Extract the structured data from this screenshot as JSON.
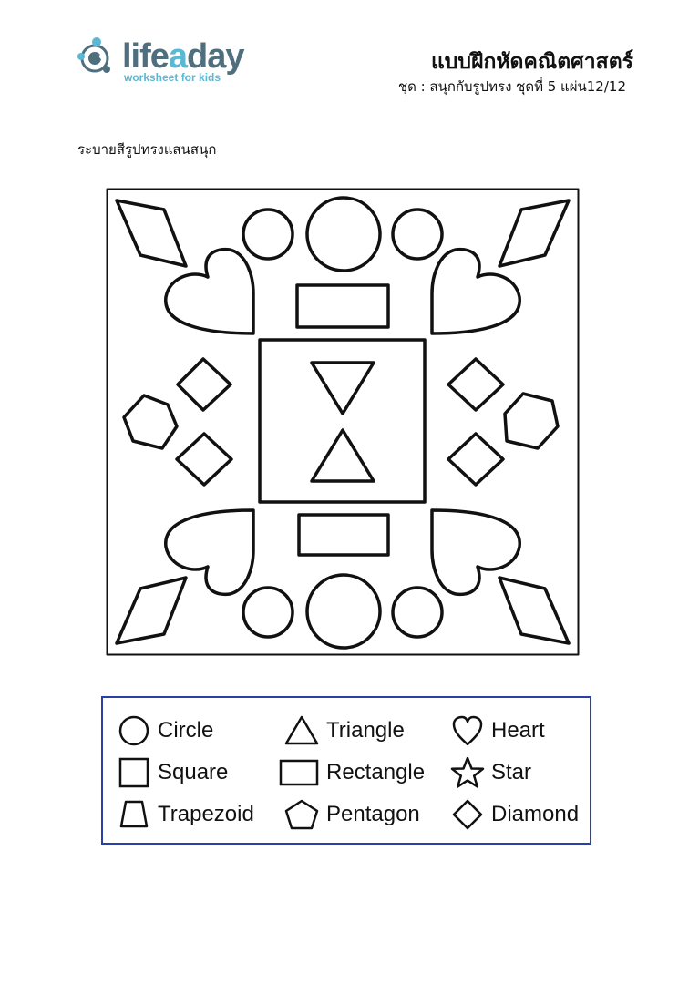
{
  "brand": {
    "name_part1": "life",
    "name_part2": "a",
    "name_part3": "day",
    "tagline": "worksheet for kids"
  },
  "header": {
    "title": "แบบฝึกหัดคณิตศาสตร์",
    "subtitle": "ชุด : สนุกกับรูปทรง  ชุดที่ 5 แผ่น12/12"
  },
  "instruction": "ระบายสีรูปทรงแสนสนุก",
  "legend": {
    "items": [
      {
        "label": "Circle",
        "icon": "circle-icon"
      },
      {
        "label": "Triangle",
        "icon": "triangle-icon"
      },
      {
        "label": "Heart",
        "icon": "heart-icon"
      },
      {
        "label": "Square",
        "icon": "square-icon"
      },
      {
        "label": "Rectangle",
        "icon": "rectangle-icon"
      },
      {
        "label": "Star",
        "icon": "star-icon"
      },
      {
        "label": "Trapezoid",
        "icon": "trapezoid-icon"
      },
      {
        "label": "Pentagon",
        "icon": "pentagon-icon"
      },
      {
        "label": "Diamond",
        "icon": "diamond-icon"
      }
    ]
  },
  "colors": {
    "brand_dark": "#4f6f7f",
    "brand_light": "#5bb8d4",
    "legend_border": "#2b3fa8",
    "ink": "#111111"
  }
}
